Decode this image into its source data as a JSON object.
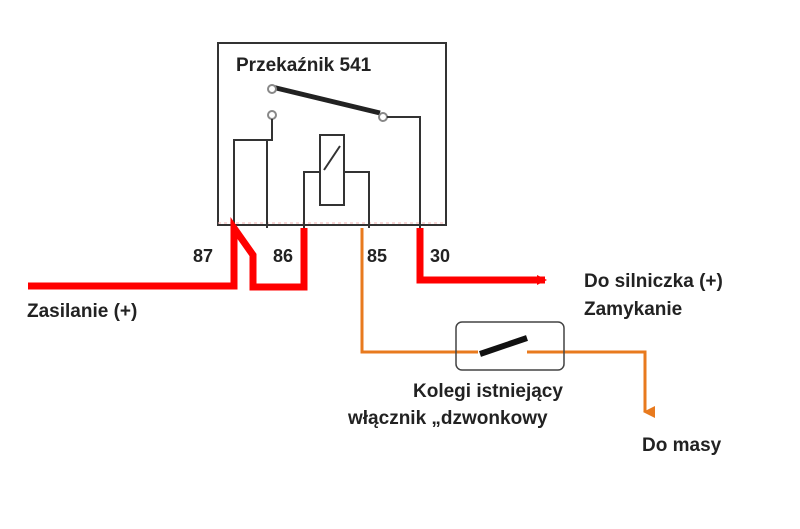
{
  "relay": {
    "title": "Przekaźnik 541"
  },
  "pins": {
    "p87": "87",
    "p86": "86",
    "p85": "85",
    "p30": "30"
  },
  "labels": {
    "power": "Zasilanie (+)",
    "motor_line1": "Do silniczka (+)",
    "motor_line2": "Zamykanie",
    "switch_line1": "Kolegi istniejący",
    "switch_line2": "włącznik „dzwonkowy",
    "ground": "Do masy"
  },
  "colors": {
    "power": "#ff0000",
    "control": "#e87a1e",
    "relay": "#333333",
    "text": "#222222"
  }
}
